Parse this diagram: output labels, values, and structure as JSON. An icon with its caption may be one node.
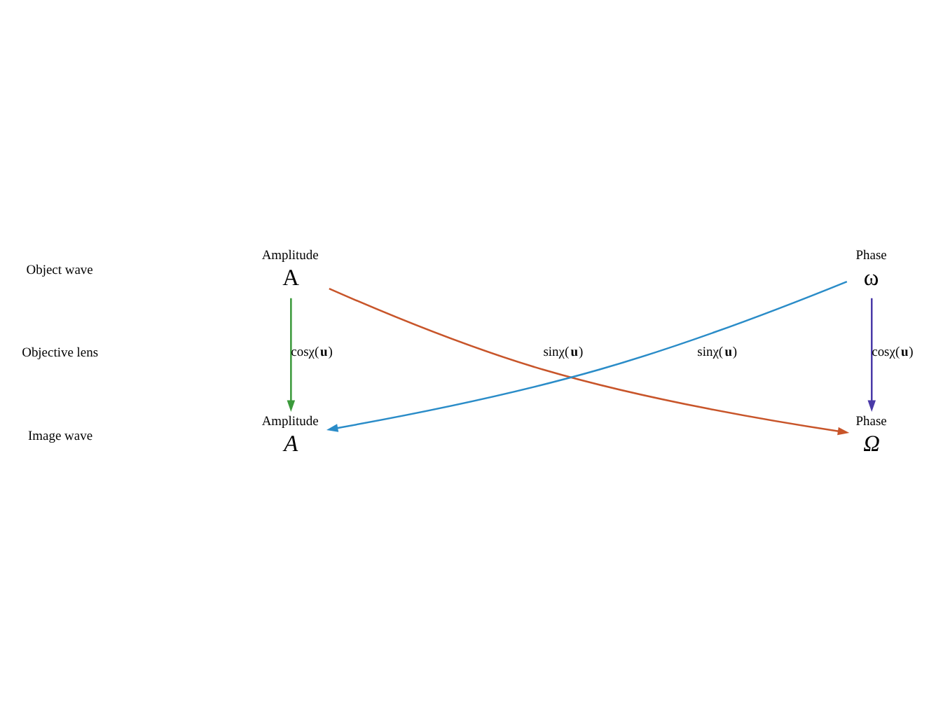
{
  "diagram": {
    "nodes": [
      {
        "text": [
          "Amplitude",
          "A"
        ]
      },
      {
        "text": [
          "Phase",
          "ω"
        ]
      },
      {
        "text": [
          "Amplitude",
          "A"
        ]
      },
      {
        "text": [
          "Phase",
          "Ω"
        ]
      }
    ],
    "edges": [
      {
        "from": 0,
        "to": 2,
        "arrow": "to",
        "label": "cosχ(**u**)",
        "color": "#3b9a3b"
      },
      {
        "from": 0,
        "to": 3,
        "arrow": "to",
        "label": "sinχ(**u**)",
        "color": "#c8552a"
      },
      {
        "from": 1,
        "to": 2,
        "arrow": "to",
        "label": "sinχ(**u**)",
        "color": "#2a8cc8"
      },
      {
        "from": 1,
        "to": 3,
        "arrow": "to",
        "label": "cosχ(**u**)",
        "color": "#4a3aa8"
      }
    ],
    "labels": [
      "Object wave",
      "Objective lens",
      "Image wave"
    ]
  }
}
